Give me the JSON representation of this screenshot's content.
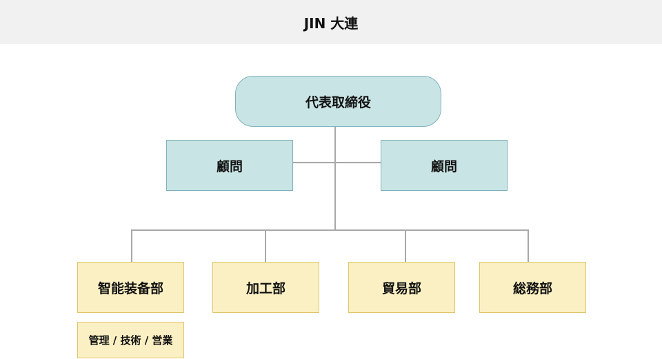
{
  "header": {
    "title": "JIN 大連"
  },
  "org": {
    "ceo": "代表取締役",
    "advisors": [
      "顧問",
      "顧問"
    ],
    "departments": [
      "智能装备部",
      "加工部",
      "貿易部",
      "総務部"
    ],
    "sub_unit": "管理 / 技術 / 営業"
  },
  "colors": {
    "header_bg": "#f1f1f1",
    "teal_fill": "#c9e4e4",
    "teal_border": "#7fb1bc",
    "yellow_fill": "#fbf0c3",
    "yellow_border": "#ddc56a",
    "connector": "#a8a8a8"
  }
}
